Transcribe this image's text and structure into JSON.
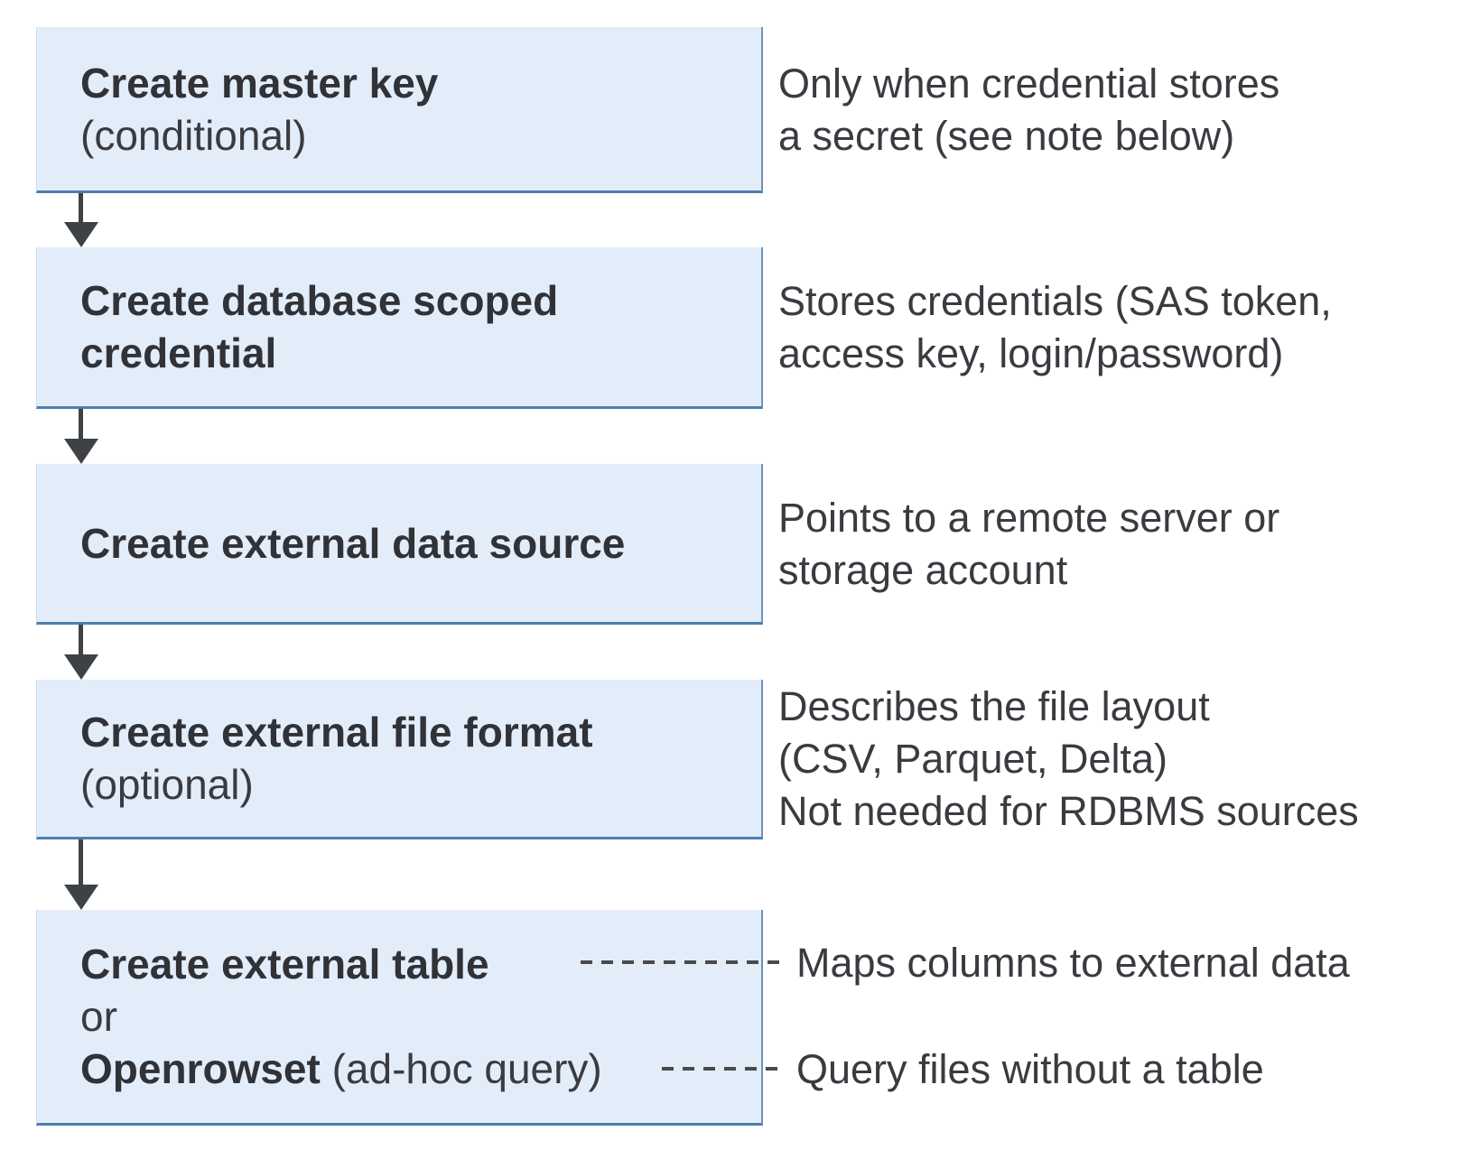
{
  "colors": {
    "box_fill": "#e3edfa",
    "box_border_bottom": "#4d7eb0",
    "box_border_side": "#6b93bf",
    "arrow": "#3e4247",
    "text_bold": "#313237",
    "text_body": "#3a3b40",
    "dash": "#4a4a4a"
  },
  "steps": [
    {
      "line1": "Create master key",
      "line2": "(conditional)"
    },
    {
      "line1": "Create database scoped",
      "line2": "credential"
    },
    {
      "line1": "Create external data source"
    },
    {
      "line1": "Create external file format",
      "line2": "(optional)"
    },
    {
      "line1": "Create external table",
      "line2": "or",
      "line3_bold": "Openrowset",
      "line3_rest": " (ad-hoc query)"
    }
  ],
  "notes": [
    {
      "lines": [
        "Only when credential stores",
        "a secret (see note below)"
      ]
    },
    {
      "lines": [
        "Stores credentials (SAS token,",
        "access key, login/password)"
      ]
    },
    {
      "lines": [
        "Points to a remote server or",
        "storage account"
      ]
    },
    {
      "lines": [
        "Describes the file layout",
        "(CSV, Parquet, Delta)",
        "Not needed for RDBMS sources"
      ]
    },
    {
      "lines": [
        "Maps columns to external data"
      ]
    },
    {
      "lines": [
        "Query files without a table"
      ]
    }
  ]
}
